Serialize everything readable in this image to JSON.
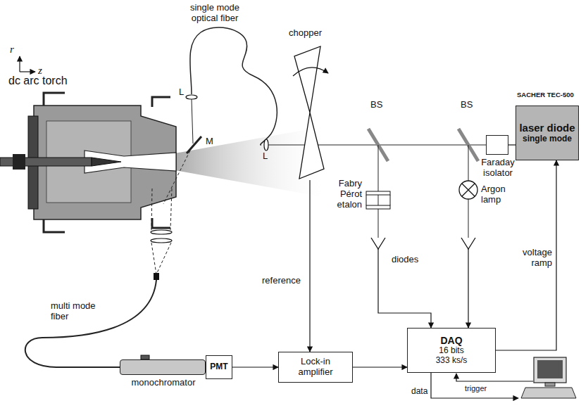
{
  "diagram": {
    "nodes": [
      {
        "text": [
          "laser diode",
          "single mode"
        ]
      },
      {
        "text": [
          "Faraday isolator"
        ]
      },
      {
        "text": [
          "monochromator"
        ]
      },
      {
        "text": [
          "PMT"
        ]
      },
      {
        "text": [
          "Lock-in amplifier"
        ]
      },
      {
        "text": [
          "DAQ",
          "16 bits",
          "333 ks/s"
        ]
      }
    ],
    "edges": [
      {
        "from": 0,
        "to": 1,
        "arrow": "none"
      },
      {
        "from": 3,
        "to": 4,
        "arrow": "to"
      },
      {
        "from": 4,
        "to": 5,
        "arrow": "to"
      },
      {
        "from": 5,
        "to": 0,
        "arrow": "to",
        "label": "voltage ramp"
      }
    ],
    "labels": [
      "r",
      "z",
      "dc arc torch",
      "single mode optical fiber",
      "L",
      "M",
      "chopper",
      "L",
      "BS",
      "BS",
      "SACHER TEC-500",
      "Fabry Pérot etalon",
      "Argon lamp",
      "diodes",
      "reference",
      "multi mode fiber",
      "data",
      "trigger"
    ]
  }
}
